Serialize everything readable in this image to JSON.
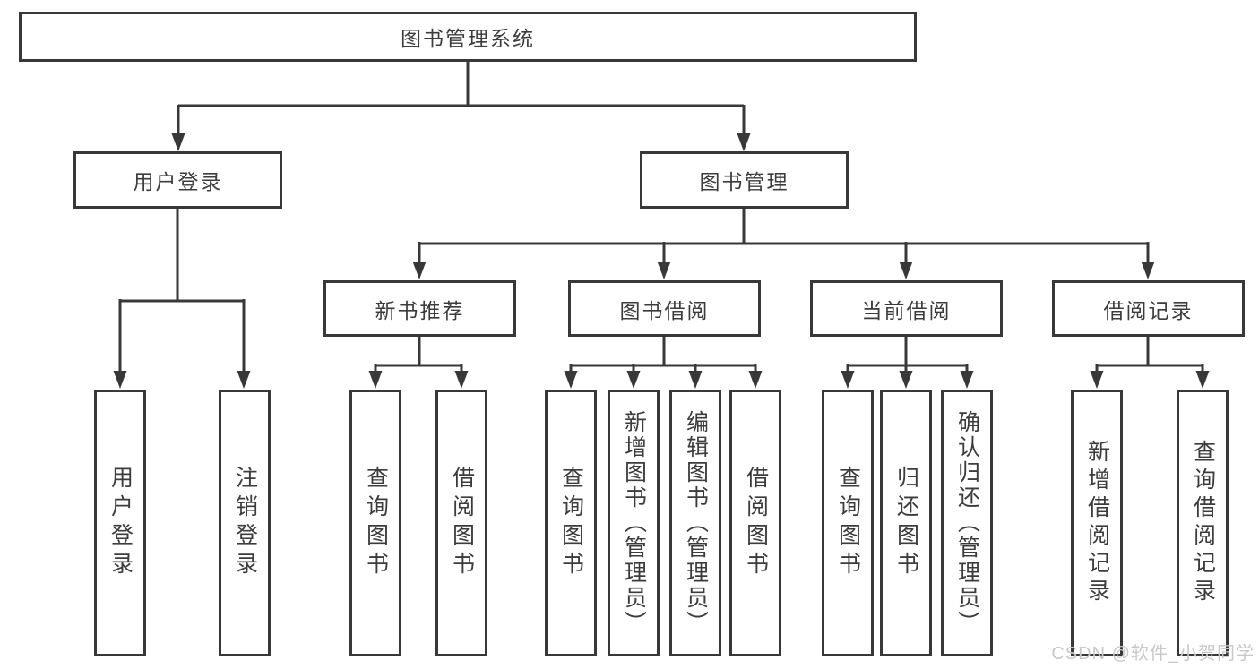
{
  "nodes": {
    "root": "图书管理系统",
    "user_login": "用户登录",
    "book_management": "图书管理",
    "new_book_recommend": "新书推荐",
    "book_borrow": "图书借阅",
    "current_borrow": "当前借阅",
    "borrow_record": "借阅记录",
    "leaf_user_login": "用户登录",
    "leaf_logout": "注销登录",
    "leaf_nbr_query_book": "查询图书",
    "leaf_nbr_borrow_book": "借阅图书",
    "leaf_bb_query_book": "查询图书",
    "leaf_bb_add_book": "新增图书（管理员）",
    "leaf_bb_edit_book": "编辑图书（管理员）",
    "leaf_bb_borrow_book": "借阅图书",
    "leaf_cb_query_book": "查询图书",
    "leaf_cb_return_book": "归还图书",
    "leaf_cb_confirm_return": "确认归还（管理员）",
    "leaf_br_add_record": "新增借阅记录",
    "leaf_br_query_record": "查询借阅记录"
  },
  "tree": {
    "label": "图书管理系统",
    "children": [
      {
        "label": "用户登录",
        "children": [
          {
            "label": "用户登录"
          },
          {
            "label": "注销登录"
          }
        ]
      },
      {
        "label": "图书管理",
        "children": [
          {
            "label": "新书推荐",
            "children": [
              {
                "label": "查询图书"
              },
              {
                "label": "借阅图书"
              }
            ]
          },
          {
            "label": "图书借阅",
            "children": [
              {
                "label": "查询图书"
              },
              {
                "label": "新增图书（管理员）"
              },
              {
                "label": "编辑图书（管理员）"
              },
              {
                "label": "借阅图书"
              }
            ]
          },
          {
            "label": "当前借阅",
            "children": [
              {
                "label": "查询图书"
              },
              {
                "label": "归还图书"
              },
              {
                "label": "确认归还（管理员）"
              }
            ]
          },
          {
            "label": "借阅记录",
            "children": [
              {
                "label": "新增借阅记录"
              },
              {
                "label": "查询借阅记录"
              }
            ]
          }
        ]
      }
    ]
  },
  "watermark": "CSDN @软件_小贺同学",
  "colors": {
    "line": "#383838",
    "border": "#383838",
    "text": "#3c3c3c",
    "background": "#ffffff",
    "watermark": "#c8c8c8"
  }
}
